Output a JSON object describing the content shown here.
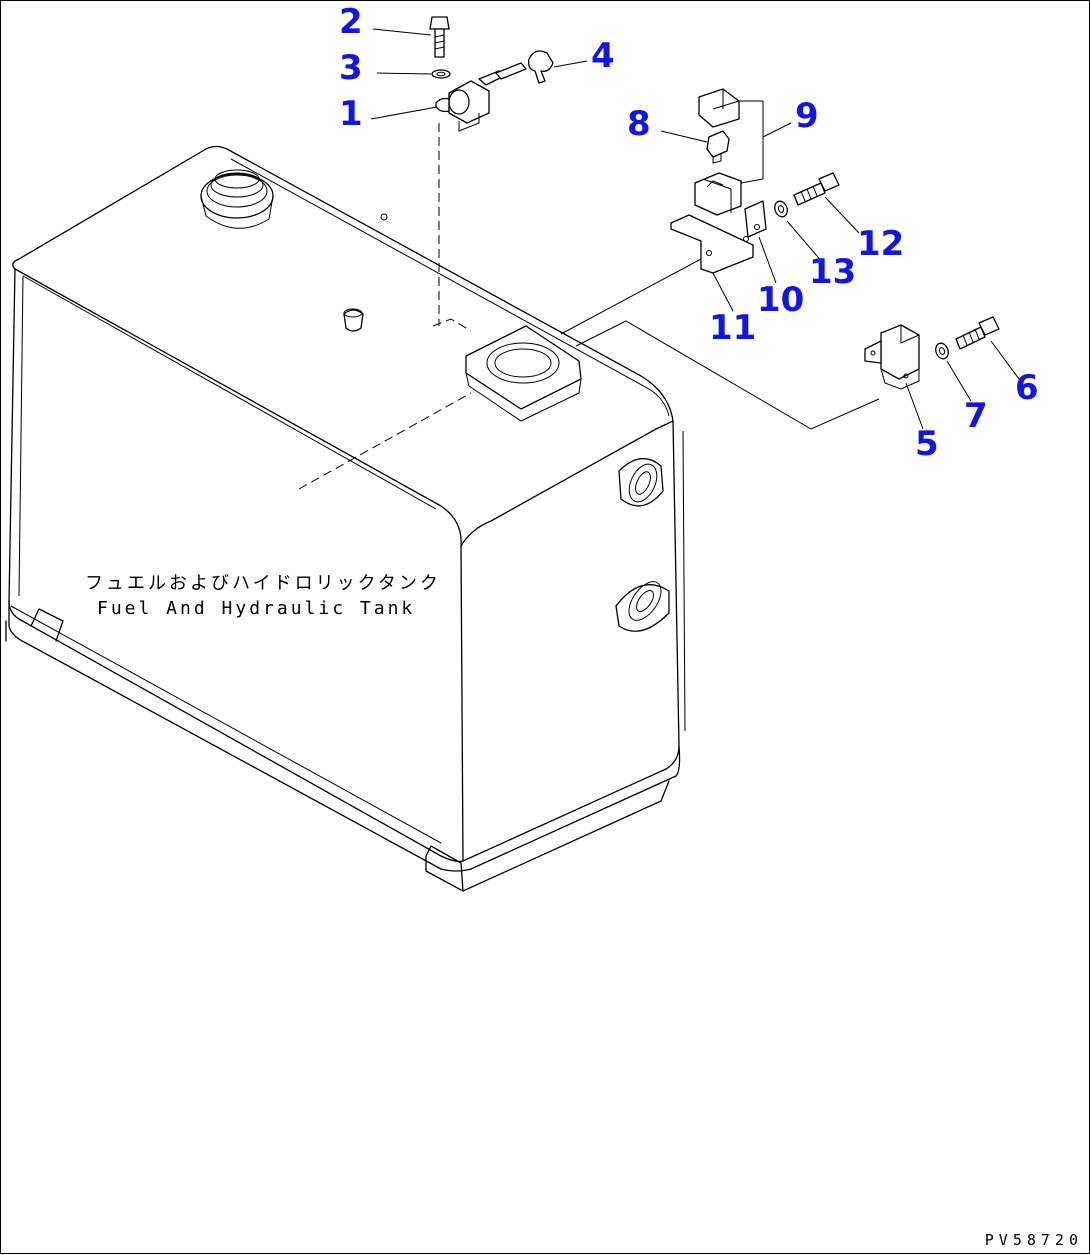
{
  "tank": {
    "label_jp": "フュエルおよびハイドロリックタンク",
    "label_en": "Fuel And Hydraulic Tank"
  },
  "callouts": [
    "1",
    "2",
    "3",
    "4",
    "5",
    "6",
    "7",
    "8",
    "9",
    "10",
    "11",
    "12",
    "13"
  ],
  "drawing_code": "PV58720",
  "colors": {
    "callout": "#1515e0",
    "line": "#000000",
    "background": "#ffffff"
  }
}
